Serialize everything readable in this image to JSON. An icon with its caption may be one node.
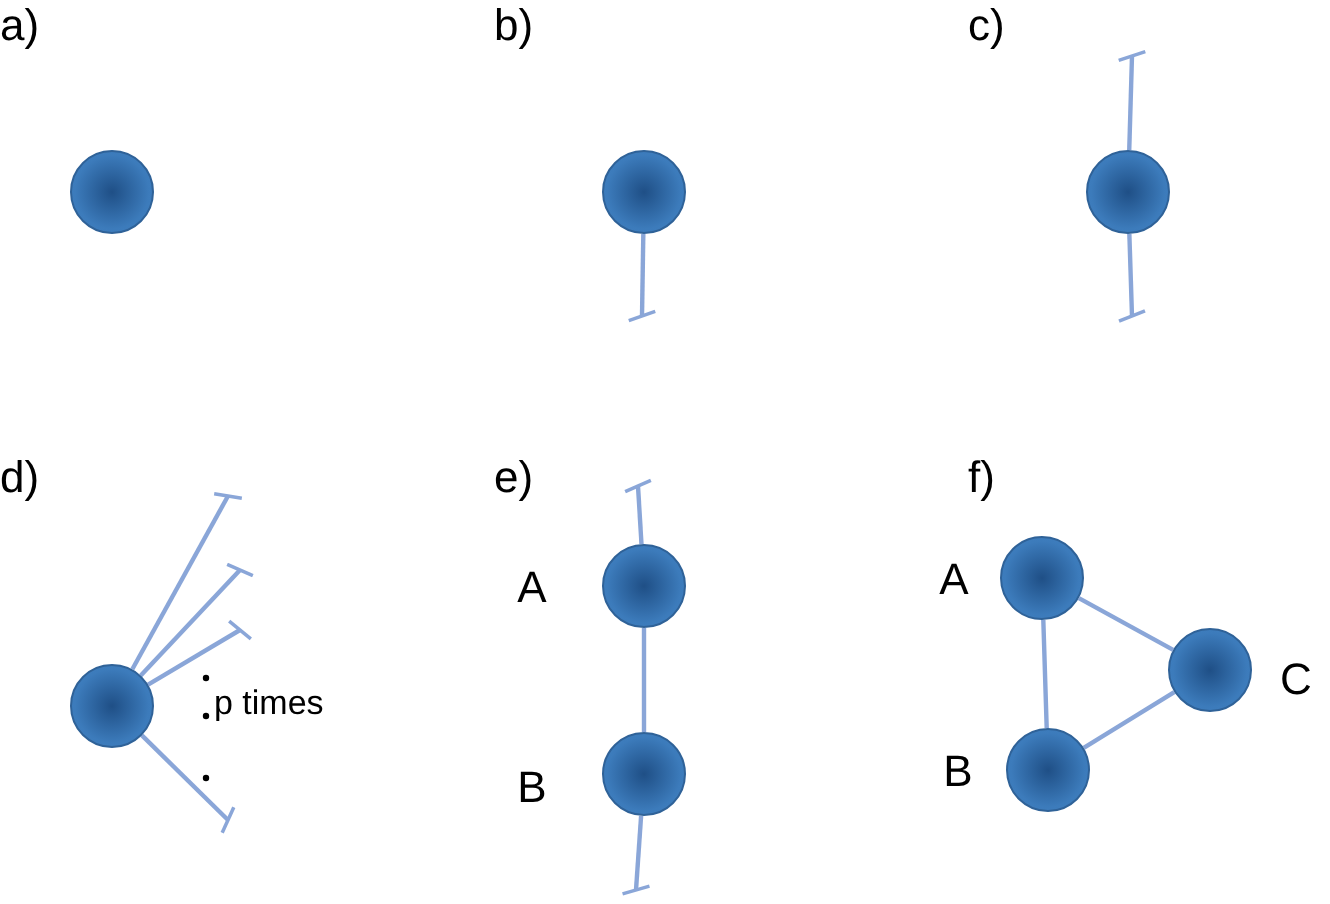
{
  "diagram": {
    "nodes": [
      {
        "text": [],
        "shape": "circle"
      },
      {
        "text": [],
        "shape": "circle"
      },
      {
        "text": [],
        "shape": "circle"
      },
      {
        "text": [],
        "shape": "circle"
      },
      {
        "text": [],
        "shape": "circle",
        "beside": [
          "A"
        ]
      },
      {
        "text": [],
        "shape": "circle",
        "beside": [
          "B"
        ]
      },
      {
        "text": [],
        "shape": "circle",
        "beside": [
          "A"
        ]
      },
      {
        "text": [],
        "shape": "circle",
        "beside": [
          "B"
        ]
      },
      {
        "text": [],
        "shape": "circle",
        "beside": [
          "C"
        ]
      }
    ],
    "edges": [
      {
        "from": 1,
        "to": null,
        "arrow": "other"
      },
      {
        "from": 2,
        "to": null,
        "arrow": "other"
      },
      {
        "from": 2,
        "to": null,
        "arrow": "other"
      },
      {
        "from": 3,
        "to": null,
        "arrow": "other"
      },
      {
        "from": 3,
        "to": null,
        "arrow": "other"
      },
      {
        "from": 3,
        "to": null,
        "arrow": "other"
      },
      {
        "from": 3,
        "to": null,
        "arrow": "other"
      },
      {
        "from": 4,
        "to": null,
        "arrow": "other"
      },
      {
        "from": 4,
        "to": 5,
        "arrow": "none"
      },
      {
        "from": 5,
        "to": null,
        "arrow": "other"
      },
      {
        "from": 6,
        "to": 7,
        "arrow": "none"
      },
      {
        "from": 6,
        "to": 8,
        "arrow": "none"
      },
      {
        "from": 7,
        "to": 8,
        "arrow": "none"
      }
    ],
    "labels": [
      "a)",
      "b)",
      "c)",
      "d)",
      "e)",
      "f)",
      "p times"
    ]
  }
}
